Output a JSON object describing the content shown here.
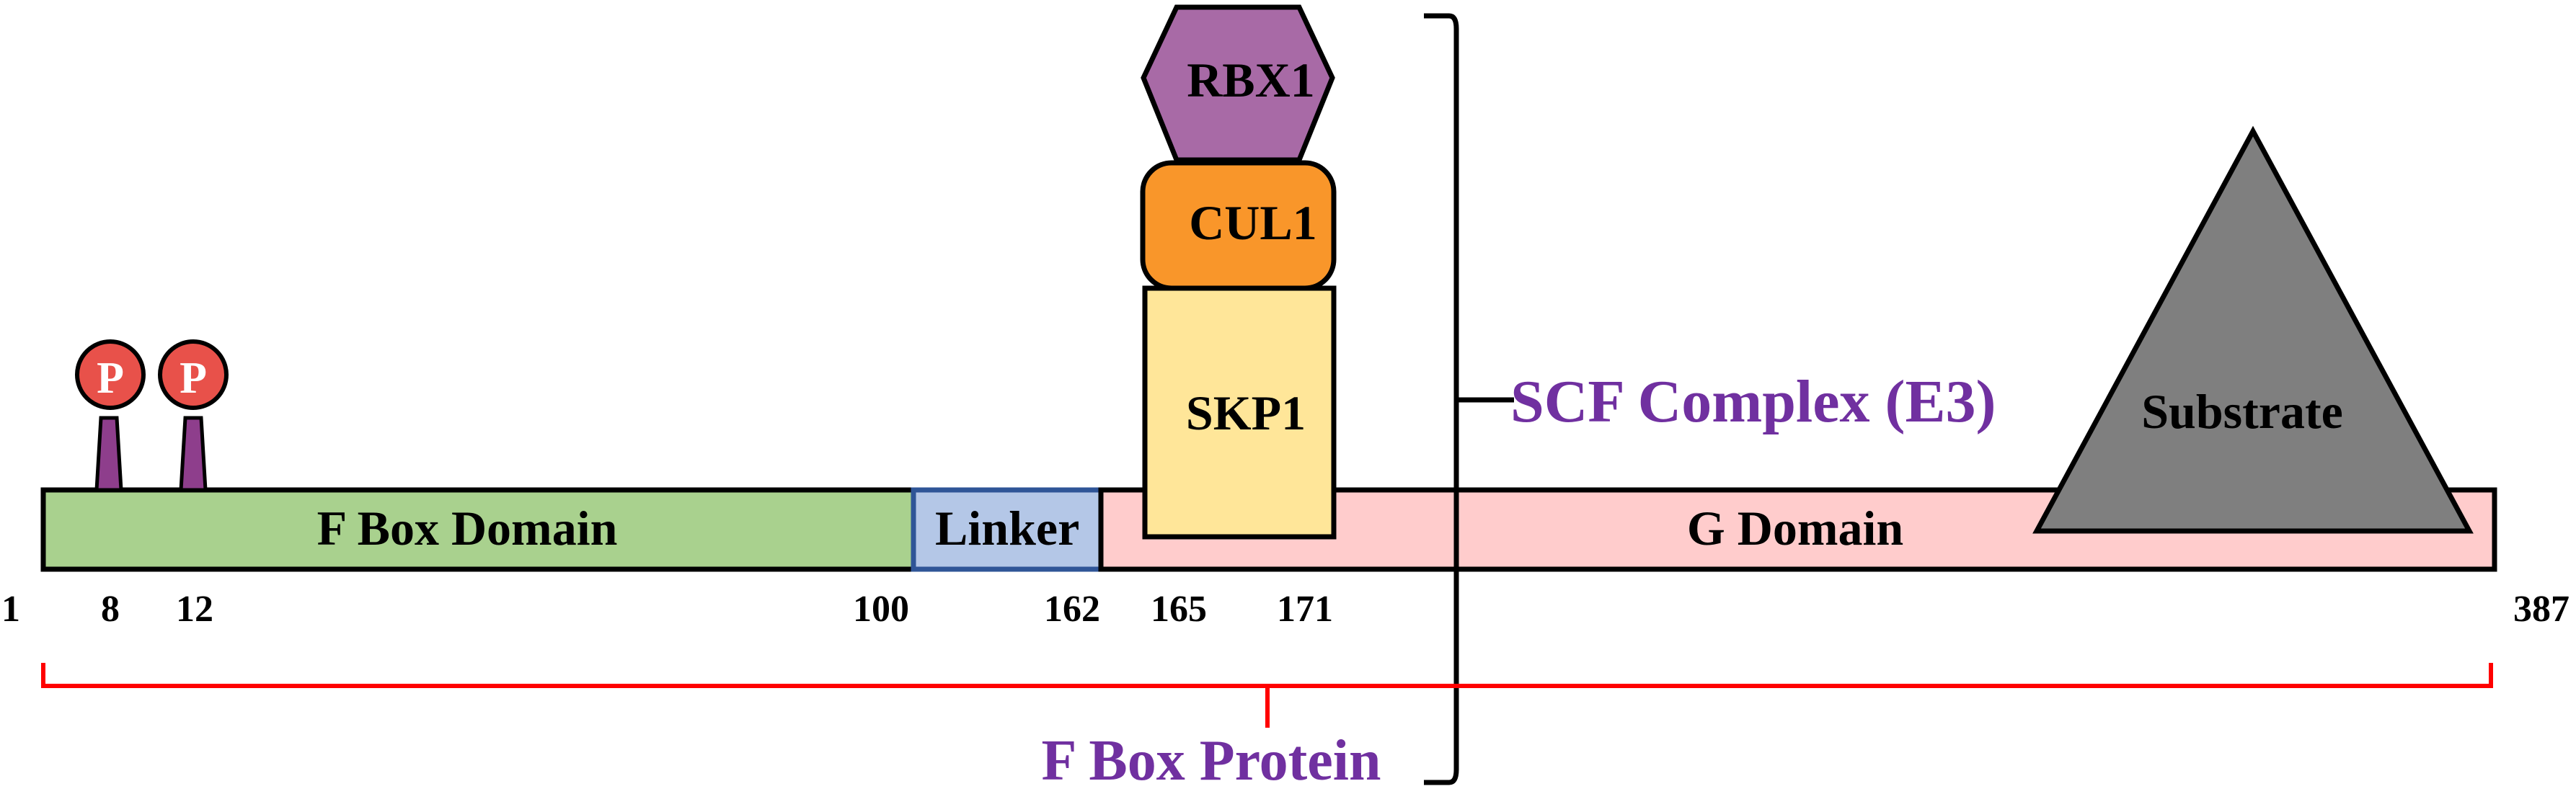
{
  "domains": {
    "fbox": "F Box Domain",
    "linker": "Linker",
    "gdomain": "G Domain"
  },
  "complex": {
    "rbx1": "RBX1",
    "cul1": "CUL1",
    "skp1": "SKP1",
    "substrate": "Substrate"
  },
  "phospho_label": "P",
  "positions": [
    "1",
    "8",
    "12",
    "100",
    "162",
    "165",
    "171",
    "387"
  ],
  "brackets": {
    "scf": "SCF Complex (E3)",
    "fbox_protein": "F Box Protein"
  },
  "colors": {
    "fbox_fill": "#a9d18e",
    "linker_fill": "#b4c7e7",
    "linker_stroke": "#2f5597",
    "gdomain_fill": "#ffcccc",
    "rbx1_fill": "#a86aa6",
    "cul1_fill": "#f9962a",
    "skp1_fill": "#ffe699",
    "substrate_fill": "#7f7f7f",
    "phospho_fill": "#e8514a",
    "phospho_stem": "#8e3e8c",
    "label_purple": "#7030a0",
    "bracket_red": "#ff0000"
  }
}
